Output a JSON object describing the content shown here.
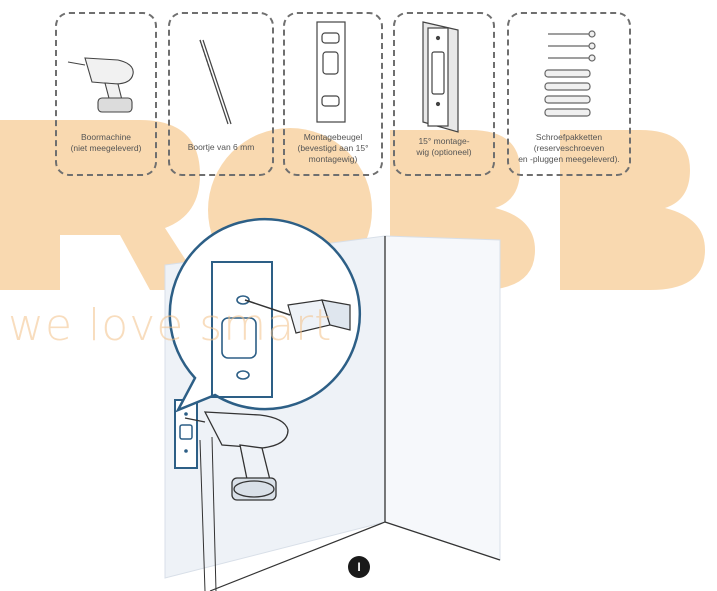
{
  "tools": [
    {
      "lines": [
        "Boormachine",
        "(niet meegeleverd)"
      ]
    },
    {
      "lines": [
        "Boortje van 6 mm"
      ]
    },
    {
      "lines": [
        "Montagebeugel",
        "(bevestigd aan 15°",
        "montagewig)"
      ]
    },
    {
      "lines": [
        "15° montage-",
        "wig (optioneel)"
      ]
    },
    {
      "lines": [
        "Schroefpakketten",
        "(reserveschroeven",
        "en -pluggen meegeleverd)."
      ]
    }
  ],
  "watermark": {
    "tagline": "we love smart"
  },
  "step": {
    "number": "I"
  },
  "colors": {
    "watermark": "#f5b86a",
    "wall": "#e8eef5",
    "accent": "#2d5f86",
    "line": "#333333"
  }
}
